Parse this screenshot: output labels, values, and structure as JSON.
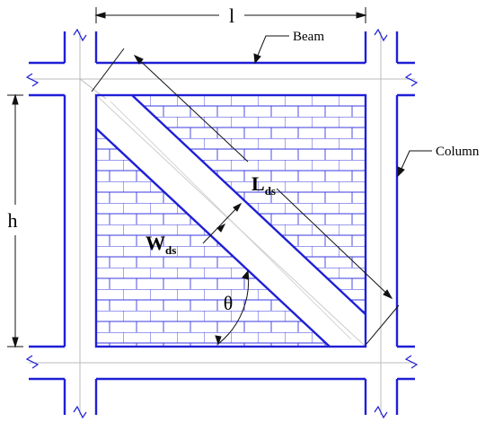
{
  "colors": {
    "frame": "#1f1fd6",
    "brick": "#3a3ae0",
    "dimension": "#111111",
    "centerline": "#bbbbbb"
  },
  "labels": {
    "length": "l",
    "height": "h",
    "beam": "Beam",
    "column": "Column",
    "strut_length": {
      "main": "L",
      "sub": "ds"
    },
    "strut_width": {
      "main": "W",
      "sub": "ds"
    },
    "angle": "θ"
  }
}
